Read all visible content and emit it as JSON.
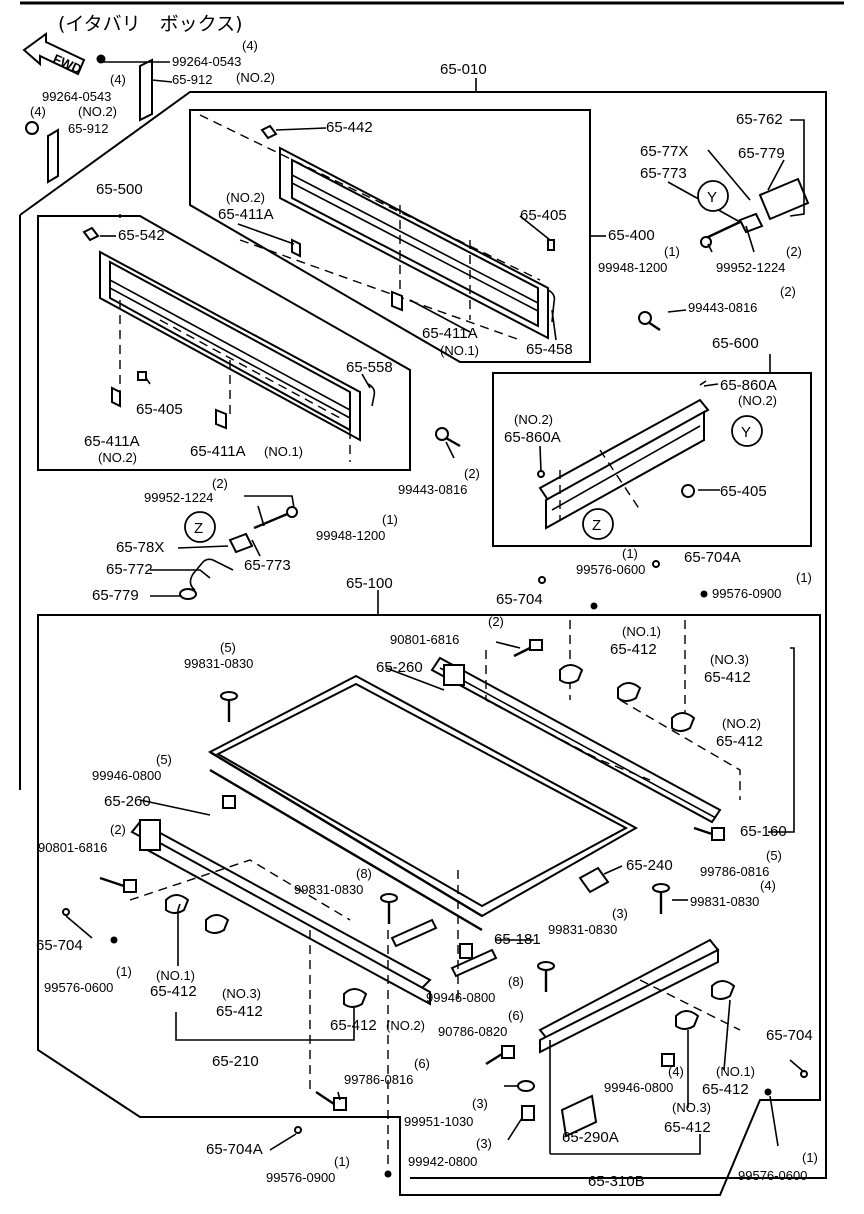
{
  "title": "(イタバリ　ボックス)",
  "fwd_label": "FWD",
  "callouts": [
    {
      "id": "c1",
      "text": "(4)"
    },
    {
      "id": "c2",
      "text": "99264-0543"
    },
    {
      "id": "c3",
      "text": "(4)"
    },
    {
      "id": "c4",
      "text": "65-912"
    },
    {
      "id": "c5",
      "text": "(NO.2)"
    },
    {
      "id": "c6",
      "text": "99264-0543"
    },
    {
      "id": "c7",
      "text": "(4)"
    },
    {
      "id": "c8",
      "text": "(NO.2)"
    },
    {
      "id": "c9",
      "text": "65-912"
    },
    {
      "id": "c10",
      "text": "65-010"
    },
    {
      "id": "c11",
      "text": "65-442"
    },
    {
      "id": "c12",
      "text": "65-762"
    },
    {
      "id": "c13",
      "text": "65-77X"
    },
    {
      "id": "c14",
      "text": "65-779"
    },
    {
      "id": "c15",
      "text": "65-773"
    },
    {
      "id": "c16",
      "text": "65-500"
    },
    {
      "id": "c17",
      "text": "(NO.2)"
    },
    {
      "id": "c18",
      "text": "65-411A"
    },
    {
      "id": "c19",
      "text": "65-405"
    },
    {
      "id": "c20",
      "text": "65-542"
    },
    {
      "id": "c21",
      "text": "65-400"
    },
    {
      "id": "c22",
      "text": "(1)"
    },
    {
      "id": "c23",
      "text": "(2)"
    },
    {
      "id": "c24",
      "text": "99948-1200"
    },
    {
      "id": "c25",
      "text": "99952-1224"
    },
    {
      "id": "c26",
      "text": "(2)"
    },
    {
      "id": "c27",
      "text": "99443-0816"
    },
    {
      "id": "c28",
      "text": "65-411A"
    },
    {
      "id": "c29",
      "text": "(NO.1)"
    },
    {
      "id": "c30",
      "text": "65-458"
    },
    {
      "id": "c31",
      "text": "65-600"
    },
    {
      "id": "c32",
      "text": "65-558"
    },
    {
      "id": "c33",
      "text": "65-860A"
    },
    {
      "id": "c34",
      "text": "(NO.2)"
    },
    {
      "id": "c35",
      "text": "65-405"
    },
    {
      "id": "c36",
      "text": "(NO.2)"
    },
    {
      "id": "c37",
      "text": "65-860A"
    },
    {
      "id": "c38",
      "text": "65-411A"
    },
    {
      "id": "c39",
      "text": "(NO.2)"
    },
    {
      "id": "c40",
      "text": "65-411A"
    },
    {
      "id": "c41",
      "text": "(NO.1)"
    },
    {
      "id": "c42",
      "text": "(2)"
    },
    {
      "id": "c43",
      "text": "99443-0816"
    },
    {
      "id": "c44",
      "text": "65-405"
    },
    {
      "id": "c45",
      "text": "(2)"
    },
    {
      "id": "c46",
      "text": "99952-1224"
    },
    {
      "id": "c47",
      "text": "(1)"
    },
    {
      "id": "c48",
      "text": "99948-1200"
    },
    {
      "id": "c49",
      "text": "65-78X"
    },
    {
      "id": "c50",
      "text": "65-772"
    },
    {
      "id": "c51",
      "text": "65-773"
    },
    {
      "id": "c52",
      "text": "65-779"
    },
    {
      "id": "c53",
      "text": "65-100"
    },
    {
      "id": "c54",
      "text": "(1)"
    },
    {
      "id": "c55",
      "text": "99576-0600"
    },
    {
      "id": "c56",
      "text": "65-704A"
    },
    {
      "id": "c57",
      "text": "65-704"
    },
    {
      "id": "c58",
      "text": "(1)"
    },
    {
      "id": "c59",
      "text": "99576-0900"
    },
    {
      "id": "c60",
      "text": "(2)"
    },
    {
      "id": "c61",
      "text": "90801-6816"
    },
    {
      "id": "c62",
      "text": "(NO.1)"
    },
    {
      "id": "c63",
      "text": "65-412"
    },
    {
      "id": "c64",
      "text": "(5)"
    },
    {
      "id": "c65",
      "text": "99831-0830"
    },
    {
      "id": "c66",
      "text": "65-260"
    },
    {
      "id": "c67",
      "text": "(NO.3)"
    },
    {
      "id": "c68",
      "text": "65-412"
    },
    {
      "id": "c69",
      "text": "(NO.2)"
    },
    {
      "id": "c70",
      "text": "65-412"
    },
    {
      "id": "c71",
      "text": "(5)"
    },
    {
      "id": "c72",
      "text": "99946-0800"
    },
    {
      "id": "c73",
      "text": "65-260"
    },
    {
      "id": "c74",
      "text": "65-160"
    },
    {
      "id": "c75",
      "text": "(2)"
    },
    {
      "id": "c76",
      "text": "90801-6816"
    },
    {
      "id": "c77",
      "text": "(5)"
    },
    {
      "id": "c78",
      "text": "99786-0816"
    },
    {
      "id": "c79",
      "text": "65-240"
    },
    {
      "id": "c80",
      "text": "(8)"
    },
    {
      "id": "c81",
      "text": "99831-0830"
    },
    {
      "id": "c82",
      "text": "(4)"
    },
    {
      "id": "c83",
      "text": "99831-0830"
    },
    {
      "id": "c84",
      "text": "65-704"
    },
    {
      "id": "c85",
      "text": "(3)"
    },
    {
      "id": "c86",
      "text": "99831-0830"
    },
    {
      "id": "c87",
      "text": "65-181"
    },
    {
      "id": "c88",
      "text": "(1)"
    },
    {
      "id": "c89",
      "text": "99576-0600"
    },
    {
      "id": "c90",
      "text": "(NO.1)"
    },
    {
      "id": "c91",
      "text": "65-412"
    },
    {
      "id": "c92",
      "text": "(8)"
    },
    {
      "id": "c93",
      "text": "99946-0800"
    },
    {
      "id": "c94",
      "text": "(NO.3)"
    },
    {
      "id": "c95",
      "text": "65-412"
    },
    {
      "id": "c96",
      "text": "(6)"
    },
    {
      "id": "c97",
      "text": "90786-0820"
    },
    {
      "id": "c98",
      "text": "65-412"
    },
    {
      "id": "c99",
      "text": "(NO.2)"
    },
    {
      "id": "c100",
      "text": "65-704"
    },
    {
      "id": "c101",
      "text": "65-210"
    },
    {
      "id": "c102",
      "text": "(4)"
    },
    {
      "id": "c103",
      "text": "99946-0800"
    },
    {
      "id": "c104",
      "text": "(NO.1)"
    },
    {
      "id": "c105",
      "text": "65-412"
    },
    {
      "id": "c106",
      "text": "(6)"
    },
    {
      "id": "c107",
      "text": "99786-0816"
    },
    {
      "id": "c108",
      "text": "(NO.3)"
    },
    {
      "id": "c109",
      "text": "65-412"
    },
    {
      "id": "c110",
      "text": "(3)"
    },
    {
      "id": "c111",
      "text": "99951-1030"
    },
    {
      "id": "c112",
      "text": "65-290A"
    },
    {
      "id": "c113",
      "text": "65-704A"
    },
    {
      "id": "c114",
      "text": "(3)"
    },
    {
      "id": "c115",
      "text": "99942-0800"
    },
    {
      "id": "c116",
      "text": "(1)"
    },
    {
      "id": "c117",
      "text": "99576-0900"
    },
    {
      "id": "c118",
      "text": "65-310B"
    },
    {
      "id": "c119",
      "text": "(1)"
    },
    {
      "id": "c120",
      "text": "99576-0600"
    }
  ],
  "view_markers": [
    {
      "id": "y1",
      "text": "Y"
    },
    {
      "id": "y2",
      "text": "Y"
    },
    {
      "id": "z1",
      "text": "Z"
    },
    {
      "id": "z2",
      "text": "Z"
    }
  ]
}
